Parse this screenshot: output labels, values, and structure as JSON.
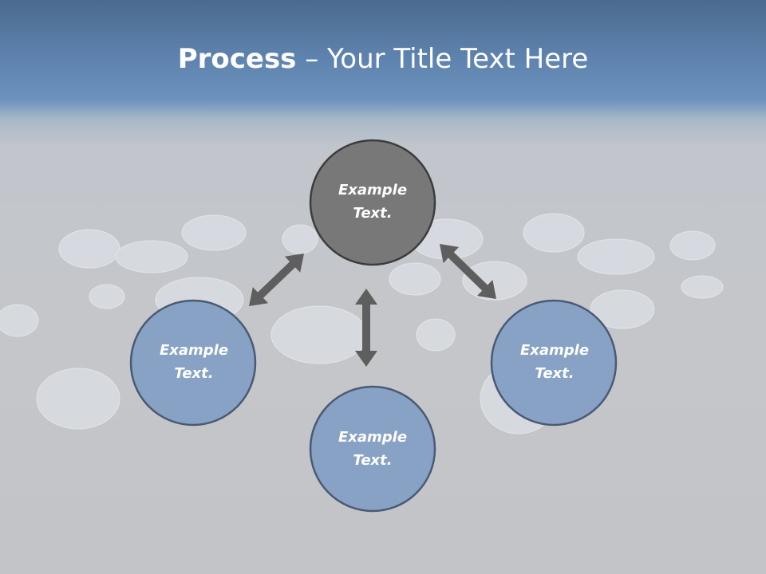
{
  "title": {
    "bold_part": "Process",
    "rest_part": " – Your Title Text Here"
  },
  "colors": {
    "header_blue": "#5d82ad",
    "center_circle_fill": "#787878",
    "outer_circle_fill": "#87a2c4",
    "circle_stroke": "#4a5a74",
    "arrow_color": "#5e5e5e",
    "label_text": "#ffffff"
  },
  "diagram": {
    "center_node": {
      "line1": "Example",
      "line2": "Text."
    },
    "nodes": [
      {
        "id": "left",
        "line1": "Example",
        "line2": "Text."
      },
      {
        "id": "bottom",
        "line1": "Example",
        "line2": "Text."
      },
      {
        "id": "right",
        "line1": "Example",
        "line2": "Text."
      }
    ],
    "connectors": [
      {
        "from": "center",
        "to": "left",
        "style": "double-arrow"
      },
      {
        "from": "center",
        "to": "bottom",
        "style": "double-arrow"
      },
      {
        "from": "center",
        "to": "right",
        "style": "double-arrow"
      }
    ]
  }
}
